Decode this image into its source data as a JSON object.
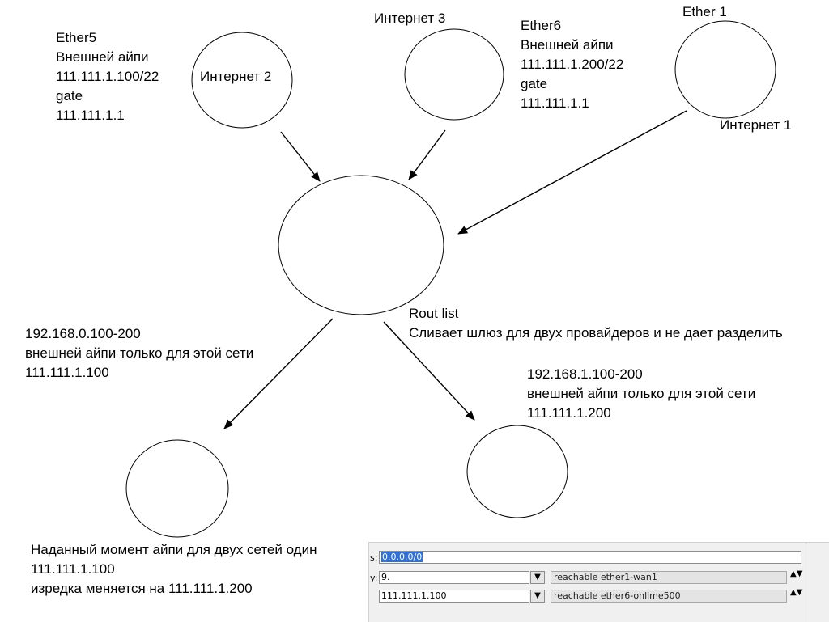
{
  "nodes": {
    "internet2": {
      "label": "Интернет 2"
    },
    "internet3": {
      "label": "Интернет 3"
    },
    "internet1": {
      "label": "Интернет 1"
    }
  },
  "ether5": {
    "lines": [
      "Ether5",
      "Внешней айпи",
      "111.111.1.100/22",
      "gate",
      "111.111.1.1"
    ]
  },
  "ether6": {
    "lines": [
      "Ether6",
      "Внешней айпи",
      "111.111.1.200/22",
      "gate",
      "111.111.1.1"
    ]
  },
  "ether1": {
    "label": "Ether 1"
  },
  "router_note": {
    "lines": [
      "Rout list",
      "Сливает шлюз для двух провайдеров и не дает разделить"
    ]
  },
  "lan0": {
    "lines": [
      "192.168.0.100-200",
      "внешней айпи только для этой сети",
      "111.111.1.100"
    ]
  },
  "lan1": {
    "lines": [
      "192.168.1.100-200",
      "внешней айпи только для этой сети",
      "111.111.1.200"
    ]
  },
  "bottom_note": {
    "lines": [
      "Наданный момент айпи для двух сетей один",
      "111.111.1.100",
      "изредка меняется на 111.111.1.200"
    ]
  },
  "route_panel": {
    "row1": {
      "label": "s:",
      "value": "0.0.0.0/0"
    },
    "row2": {
      "label": "y:",
      "value": "9.",
      "status": "reachable ether1-wan1"
    },
    "row3": {
      "value": "111.111.1.100",
      "status": "reachable ether6-onlime500"
    },
    "dropdown_glyph": "▼",
    "spin_glyph": "▲▼"
  }
}
